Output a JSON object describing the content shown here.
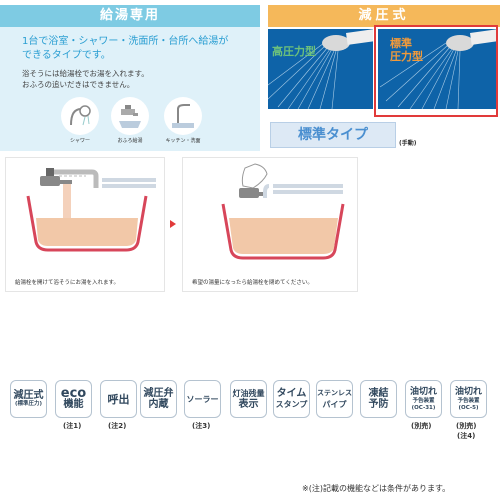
{
  "info": {
    "header": "給湯専用",
    "desc_line1": "1台で浴室・シャワー・洗面所・台所へ給湯が",
    "desc_line2": "できるタイプです。",
    "note_line1": "浴そうには給湯栓でお湯を入れます。",
    "note_line2": "おふろの追いだきはできません。",
    "features": [
      {
        "label": "シャワー",
        "icon": "shower-icon"
      },
      {
        "label": "おふろ給湯",
        "icon": "bath-faucet-icon"
      },
      {
        "label": "キッチン・洗面",
        "icon": "kitchen-faucet-icon"
      }
    ]
  },
  "pressure": {
    "header": "減圧式",
    "high_label_1": "高圧力型",
    "std_label_1": "標準",
    "std_label_2": "圧力型",
    "std_type": "標準タイプ",
    "manual": "(手動)"
  },
  "bath": {
    "step1_caption": "給湯栓を開けて浴そうにお湯を入れます。",
    "step2_caption": "希望の湯量になったら給湯栓を閉めてください。"
  },
  "features": [
    {
      "l1": "減圧式",
      "l2": "(標準圧力)",
      "note": ""
    },
    {
      "l1": "eco",
      "l2": "機能",
      "note": "(注1)"
    },
    {
      "l1": "呼出",
      "l2": "",
      "note": "(注2)"
    },
    {
      "l1": "減圧弁",
      "l2": "内蔵",
      "note": ""
    },
    {
      "l1": "ソーラー",
      "l2": "",
      "note": "(注3)"
    },
    {
      "l1": "灯油残量",
      "l2": "表示",
      "note": ""
    },
    {
      "l1": "タイム",
      "l2": "スタンプ",
      "note": ""
    },
    {
      "l1": "ステンレス",
      "l2": "パイプ",
      "note": ""
    },
    {
      "l1": "凍結",
      "l2": "予防",
      "note": ""
    },
    {
      "l1": "油切れ",
      "l2": "予告装置",
      "l3": "(OC-31)",
      "note": "(別売)"
    },
    {
      "l1": "油切れ",
      "l2": "予告装置",
      "l3": "(OC-5)",
      "note": "(別売)",
      "note2": "(注4)"
    }
  ],
  "footnote": "※(注)記載の機能などは条件があります。",
  "colors": {
    "info_bg": "#dff1f9",
    "info_header": "#7ecbe3",
    "pressure_header": "#f5b85a",
    "water": "#f2c8a8",
    "tub": "#d7465a",
    "highlight": "#e13a3a"
  }
}
